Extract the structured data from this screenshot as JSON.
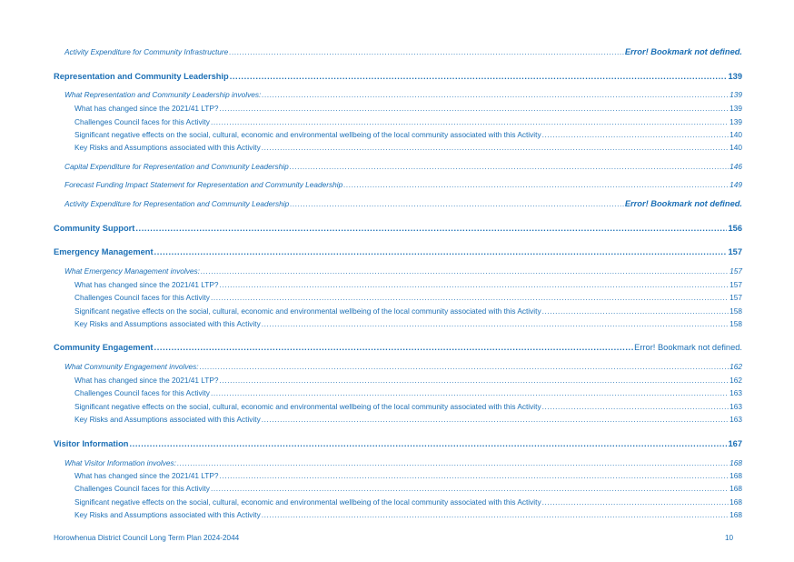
{
  "toc": [
    {
      "level": 2,
      "label": "Activity Expenditure for Community Infrastructure",
      "page": "Error! Bookmark not defined.",
      "error": "bold"
    },
    {
      "level": 1,
      "label": "Representation and Community Leadership",
      "page": "139"
    },
    {
      "level": 2,
      "label": "What Representation and Community Leadership involves:",
      "page": "139"
    },
    {
      "level": 3,
      "label": "What has changed since the 2021/41 LTP?",
      "page": "139"
    },
    {
      "level": 3,
      "label": "Challenges Council faces for this Activity",
      "page": "139"
    },
    {
      "level": 3,
      "label": "Significant negative effects on the social, cultural, economic and environmental wellbeing of the local community associated with this Activity",
      "page": "140"
    },
    {
      "level": 3,
      "label": "Key Risks and Assumptions associated with this Activity",
      "page": "140"
    },
    {
      "level": 2,
      "label": "Capital Expenditure for Representation and Community Leadership",
      "page": "146"
    },
    {
      "level": 2,
      "label": "Forecast Funding Impact Statement for Representation and Community Leadership",
      "page": "149"
    },
    {
      "level": 2,
      "label": "Activity Expenditure for Representation and Community Leadership",
      "page": "Error! Bookmark not defined.",
      "error": "bold"
    },
    {
      "level": 1,
      "label": "Community Support",
      "page": "156"
    },
    {
      "level": 1,
      "label": "Emergency Management",
      "page": "157"
    },
    {
      "level": 2,
      "label": "What Emergency Management involves:",
      "page": "157"
    },
    {
      "level": 3,
      "label": "What has changed since the 2021/41 LTP?",
      "page": "157"
    },
    {
      "level": 3,
      "label": "Challenges Council faces for this Activity",
      "page": "157"
    },
    {
      "level": 3,
      "label": "Significant negative effects on the social, cultural, economic and environmental wellbeing of the local community associated with this Activity",
      "page": "158"
    },
    {
      "level": 3,
      "label": "Key Risks and Assumptions associated with this Activity",
      "page": "158"
    },
    {
      "level": 1,
      "label": "Community Engagement",
      "page": "Error! Bookmark not defined.",
      "error": "plain"
    },
    {
      "level": 2,
      "label": "What Community Engagement involves:",
      "page": "162"
    },
    {
      "level": 3,
      "label": "What has changed since the 2021/41 LTP?",
      "page": "162"
    },
    {
      "level": 3,
      "label": "Challenges Council faces for this Activity",
      "page": "163"
    },
    {
      "level": 3,
      "label": "Significant negative effects on the social, cultural, economic and environmental wellbeing of the local community associated with this Activity",
      "page": "163"
    },
    {
      "level": 3,
      "label": "Key Risks and Assumptions associated with this Activity",
      "page": "163"
    },
    {
      "level": 1,
      "label": "Visitor Information",
      "page": "167"
    },
    {
      "level": 2,
      "label": "What Visitor Information involves:",
      "page": "168"
    },
    {
      "level": 3,
      "label": "What has changed since the 2021/41 LTP?",
      "page": "168"
    },
    {
      "level": 3,
      "label": "Challenges Council faces for this Activity",
      "page": "168"
    },
    {
      "level": 3,
      "label": "Significant negative effects on the social, cultural, economic and environmental wellbeing of the local community associated with this Activity",
      "page": "168"
    },
    {
      "level": 3,
      "label": "Key Risks and Assumptions associated with this Activity",
      "page": "168"
    }
  ],
  "footer": {
    "title": "Horowhenua District Council Long Term Plan 2024-2044",
    "page_number": "10"
  },
  "colors": {
    "link_text": "#1b6fb5",
    "background": "#ffffff"
  }
}
